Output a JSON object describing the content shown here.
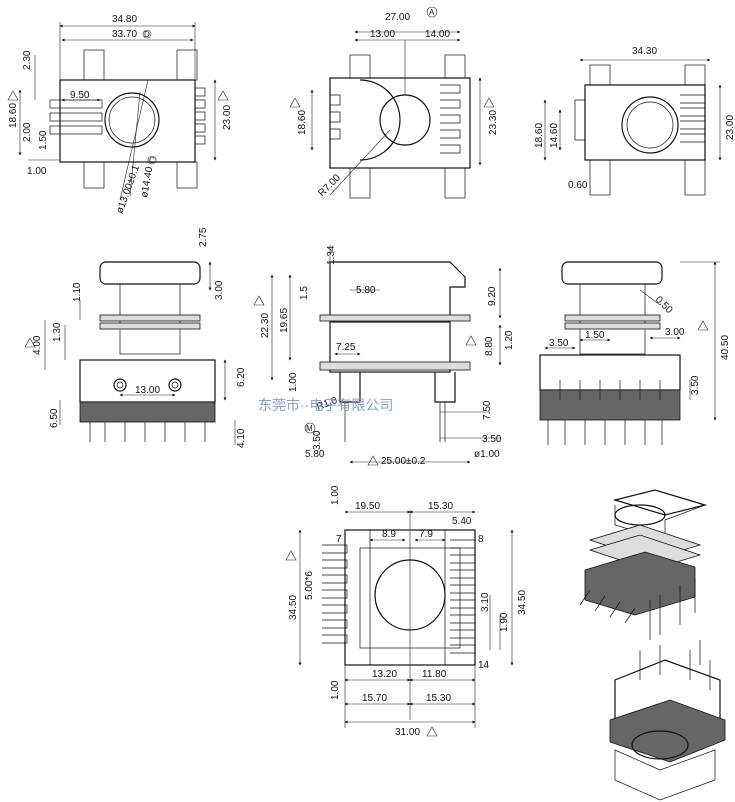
{
  "views": {
    "top_left": {
      "dim_total_width": "34.80",
      "dim_inner_width": "33.70",
      "dim_width_marker": "D",
      "dim_top_offset": "2.30",
      "dim_height": "18.60",
      "dim_slot": "9.50",
      "dim_small_1": "2.00",
      "dim_small_2": "1.50",
      "dim_bottom_offset": "1.00",
      "dim_hole": "ø13.00±0.1",
      "dim_hole_outer": "ø14.40",
      "dim_hole_marker": "C",
      "dim_right_height": "23.00"
    },
    "top_center": {
      "dim_total_width": "27.00",
      "dim_width_marker": "A",
      "dim_left": "13.00",
      "dim_right": "14.00",
      "dim_height": "18.60",
      "dim_radius": "R7.00",
      "dim_right_height": "23.30"
    },
    "top_right": {
      "dim_width": "34.30",
      "dim_height_1": "18.60",
      "dim_height_2": "14.60",
      "dim_right_height": "23.00",
      "dim_bottom": "0.60"
    },
    "mid_left": {
      "dim_top": "2.75",
      "dim_flange": "1.10",
      "dim_cap": "3.00",
      "dim_a": "4.00",
      "dim_b": "1.30",
      "dim_pin_span": "13.00",
      "dim_base": "6.20",
      "dim_pin_len": "6.50",
      "dim_pin_tip": "4.10"
    },
    "mid_center": {
      "dim_top": "1.34",
      "dim_flange": "1.5",
      "dim_step": "5.80",
      "dim_h1": "22.30",
      "dim_h2": "19.65",
      "dim_h3": "9.20",
      "dim_h4": "8.80",
      "dim_h5": "1.20",
      "dim_width_a": "7.25",
      "dim_small": "1.00",
      "dim_radius": "R1.0",
      "dim_pin_a": "7.50",
      "dim_pin_b": "3.50",
      "dim_left_pin": "3.50",
      "dim_marker": "M",
      "dim_offset": "5.80",
      "dim_pitch": "25.00±0.2",
      "dim_pin_dia": "ø1.00"
    },
    "mid_right": {
      "dim_radius": "0.50",
      "dim_pitch_a": "1.50",
      "dim_pitch_b": "3.00",
      "dim_left": "3.50",
      "dim_height": "40.50",
      "dim_pin": "3.50"
    },
    "bottom": {
      "dim_top": "1.00",
      "dim_left_width": "19.50",
      "dim_right_width": "15.30",
      "dim_gap_a": "8.9",
      "dim_gap_b": "7.9",
      "dim_right_small": "5.40",
      "dim_label_7": "7",
      "dim_label_8": "8",
      "dim_pitch": "5.00*6",
      "dim_height_left": "34.50",
      "dim_height_right": "34.50",
      "dim_slot_a": "3.10",
      "dim_slot_b": "1.90",
      "dim_bottom_left": "13.20",
      "dim_bottom_right": "11.80",
      "dim_label_14": "14",
      "dim_bottom_small": "1.00",
      "dim_width_left": "15.70",
      "dim_width_right": "15.30",
      "dim_total": "31.00"
    },
    "watermark": "东莞市··电子有限公司"
  }
}
